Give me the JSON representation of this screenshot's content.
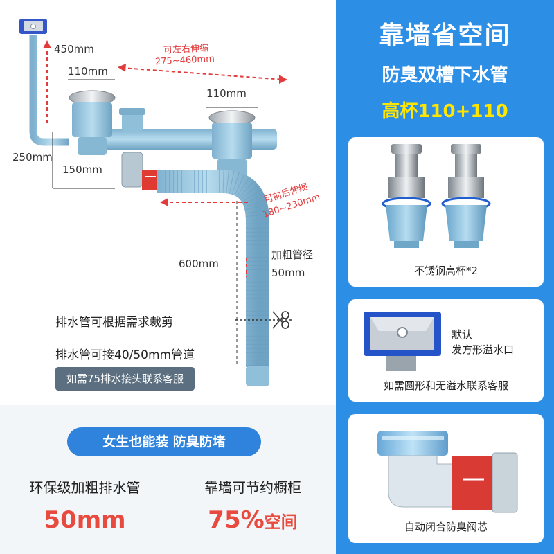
{
  "diagram": {
    "dim_450": "450mm",
    "dim_110_left": "110mm",
    "dim_110_right": "110mm",
    "dim_250": "250mm",
    "dim_150": "150mm",
    "dim_600": "600mm",
    "lr_label": "可左右伸缩",
    "lr_range": "275~460mm",
    "fb_label": "可前后伸缩",
    "fb_range": "180~230mm",
    "thick_label": "加粗管径",
    "thick_value": "50mm",
    "note_cut": "排水管可根据需求裁剪",
    "note_connect": "排水管可接40/50mm管道",
    "note_contact": "如需75排水接头联系客服"
  },
  "features": {
    "pill": "女生也能装  防臭防堵",
    "left_label": "环保级加粗排水管",
    "left_value": "50mm",
    "right_label": "靠墙可节约橱柜",
    "right_value_num": "75%",
    "right_value_unit": "空间"
  },
  "panel": {
    "title1": "靠墙省空间",
    "title2": "防臭双槽下水管",
    "title3": "高杯110+110",
    "card1_caption": "不锈钢高杯*2",
    "card2_side1": "默认",
    "card2_side2": "发方形溢水口",
    "card2_caption": "如需圆形和无溢水联系客服",
    "card3_caption": "自动闭合防臭阀芯"
  },
  "colors": {
    "accent_blue": "#2d8ee6",
    "highlight_yellow": "#ffe600",
    "value_red": "#e94a3f",
    "dimension_red": "#e23b3b",
    "pipe_blue": "#8fbfd9"
  }
}
